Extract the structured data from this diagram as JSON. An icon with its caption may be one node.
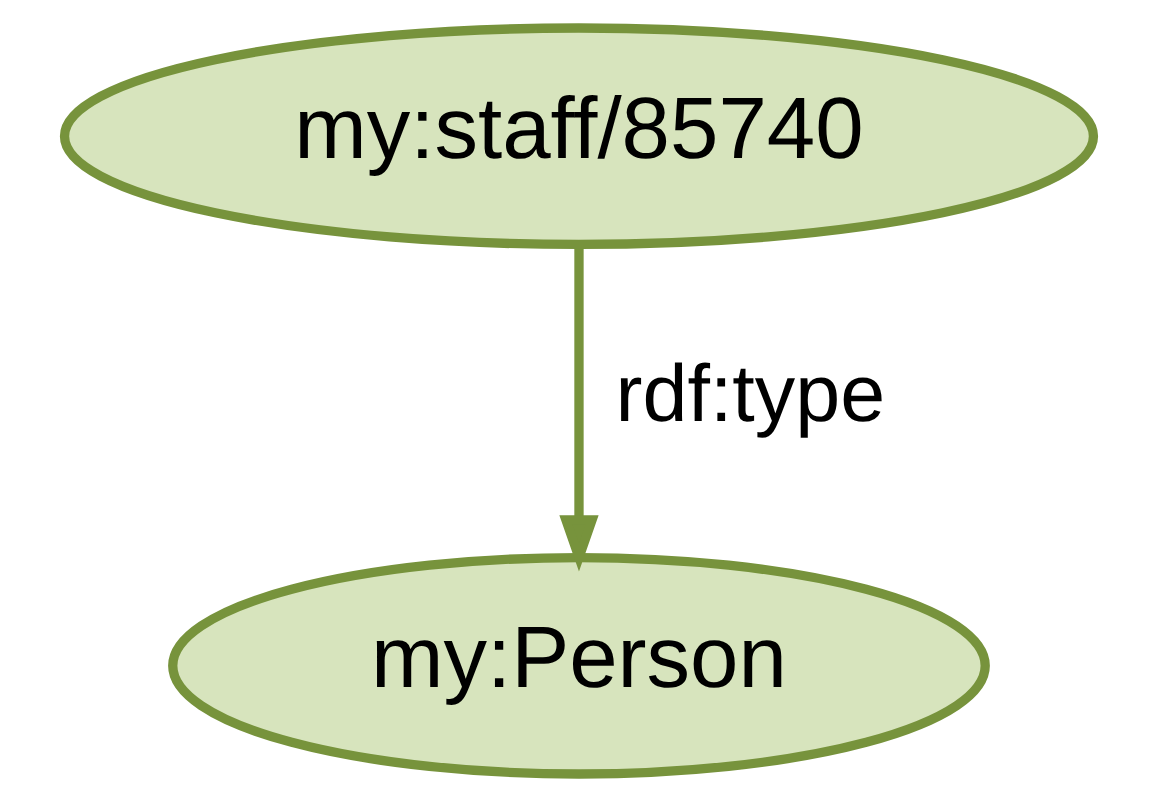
{
  "diagram": {
    "nodes": [
      {
        "text": [
          "my:staff/85740"
        ]
      },
      {
        "text": [
          "my:Person"
        ]
      }
    ],
    "edges": [
      {
        "from": 0,
        "to": 1,
        "arrow": "to",
        "label": "rdf:type"
      }
    ]
  }
}
